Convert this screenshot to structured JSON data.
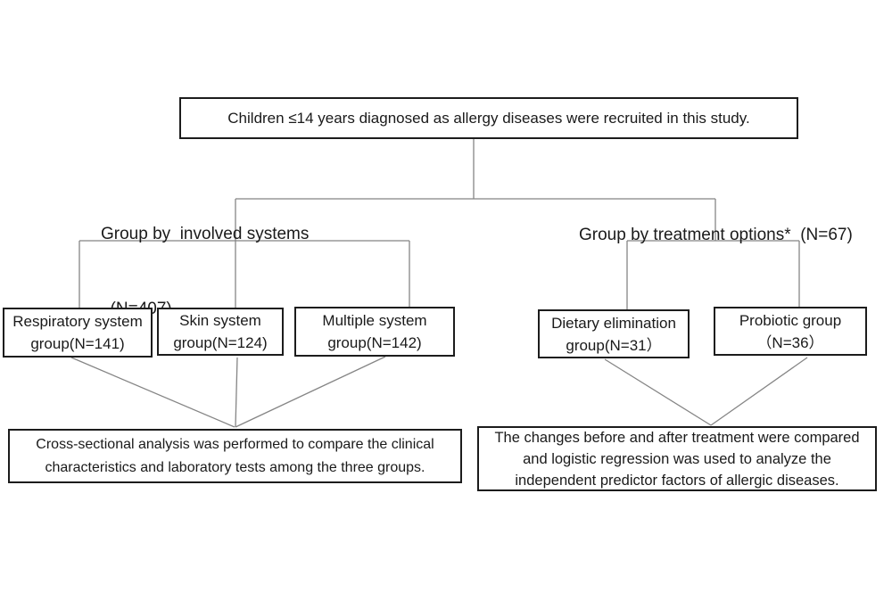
{
  "colors": {
    "connector": "#858585",
    "box_border": "#1c1c1c",
    "text": "#1a1a1a",
    "background": "#ffffff"
  },
  "top_box": {
    "text": "Children ≤14 years diagnosed as allergy diseases were recruited in this study."
  },
  "branch_labels": {
    "left_line1": "Group by  involved systems",
    "left_line2": "  (N=407)",
    "right": "Group by treatment options*  (N=67)"
  },
  "system_groups": [
    {
      "line1": "Respiratory system",
      "line2": "group(N=141)"
    },
    {
      "line1": "Skin system",
      "line2": "group(N=124)"
    },
    {
      "line1": "Multiple system",
      "line2": "group(N=142)"
    }
  ],
  "treatment_groups": [
    {
      "line1": "Dietary elimination",
      "line2": "group(N=31）"
    },
    {
      "line1": "Probiotic group",
      "line2": "（N=36）"
    }
  ],
  "outcome_left": {
    "line1": "Cross-sectional analysis was performed to compare the clinical",
    "line2": "characteristics and laboratory tests among the three groups."
  },
  "outcome_right": {
    "line1": "The changes before and after treatment were compared",
    "line2": "and logistic regression was used to analyze the",
    "line3": "independent predictor factors of allergic diseases."
  }
}
